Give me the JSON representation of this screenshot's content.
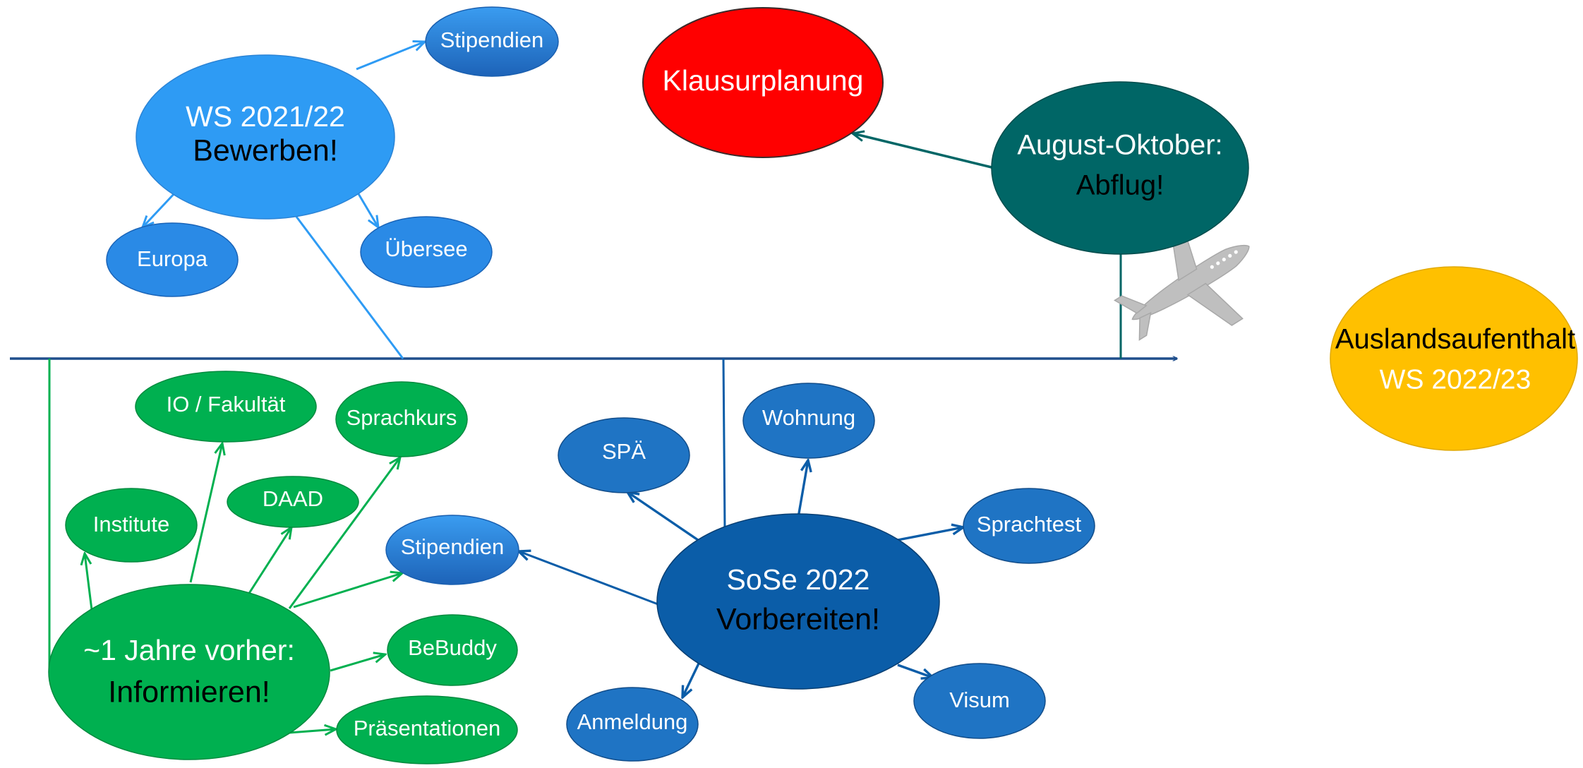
{
  "timeline": {
    "color": "#1F4E8C"
  },
  "colors": {
    "phase1_light": "#2E9BF4",
    "phase1_dark": "#2A7AD2",
    "inform_green": "#00B050",
    "prepare_blue": "#0B5DA8",
    "prepare_bubble": "#1F74C4",
    "departure_teal": "#006666",
    "exam_red": "#FF0000",
    "abroad_gold": "#FFC000"
  },
  "apply": {
    "title": "WS 2021/22",
    "action": "Bewerben!",
    "stipendien": "Stipendien",
    "europa": "Europa",
    "uebersee": "Übersee"
  },
  "inform": {
    "title": "~1 Jahre vorher:",
    "action": "Informieren!",
    "institute": "Institute",
    "io_fakultaet": "IO / Fakultät",
    "daad": "DAAD",
    "sprachkurs": "Sprachkurs",
    "stipendien": "Stipendien",
    "bebuddy": "BeBuddy",
    "praesentationen": "Präsentationen"
  },
  "prepare": {
    "title": "SoSe 2022",
    "action": "Vorbereiten!",
    "spa": "SPÄ",
    "wohnung": "Wohnung",
    "sprachtest": "Sprachtest",
    "visum": "Visum",
    "anmeldung": "Anmeldung"
  },
  "departure": {
    "title": "August-Oktober:",
    "action": "Abflug!",
    "icon": "airplane-icon"
  },
  "exam": {
    "label": "Klausurplanung"
  },
  "abroad": {
    "title": "Auslandsaufenthalt",
    "term": "WS 2022/23"
  }
}
